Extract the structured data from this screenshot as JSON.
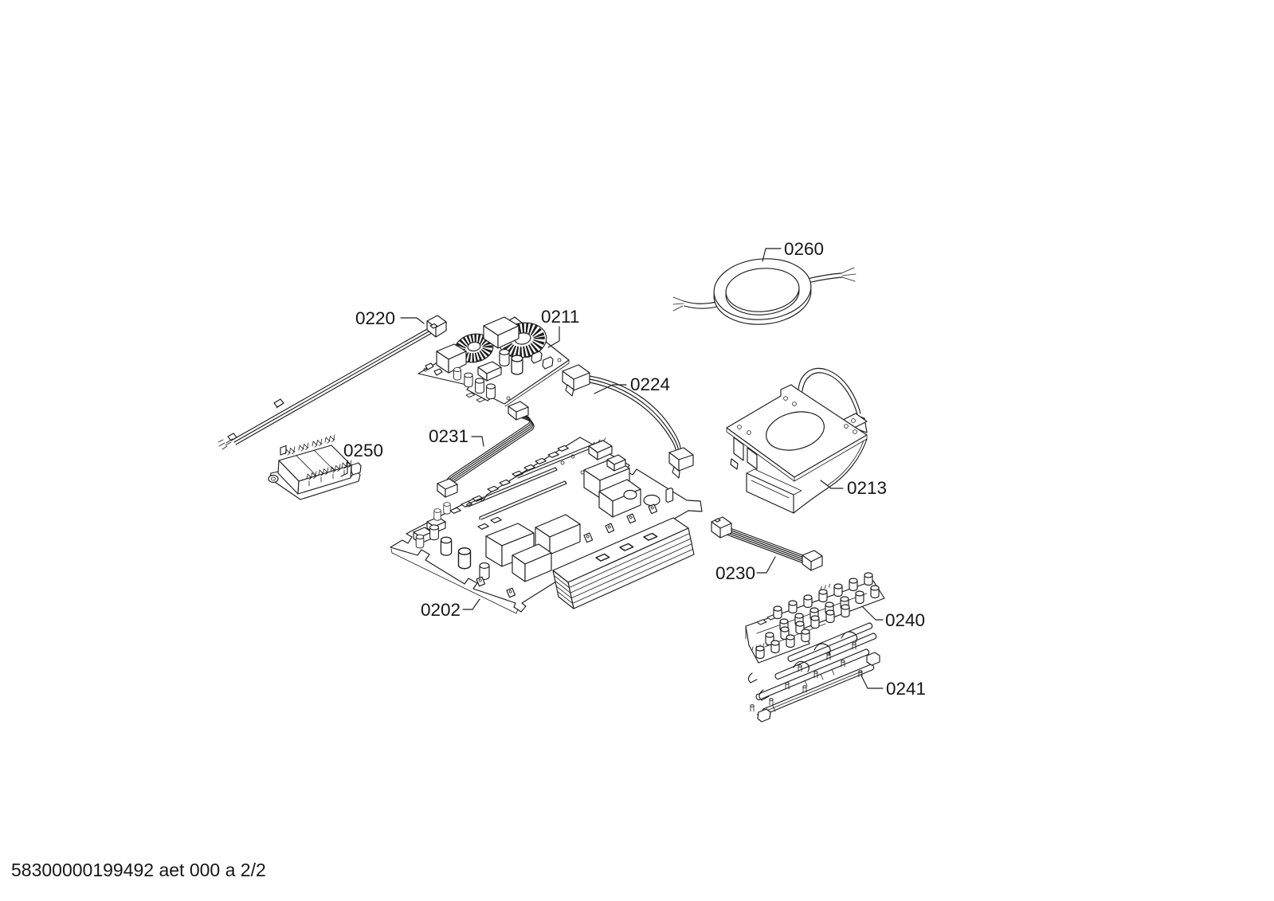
{
  "footer": {
    "doc_ref": "58300000199492 aet 000 a 2/2"
  },
  "part_labels": {
    "p0202": "0202",
    "p0211": "0211",
    "p0213": "0213",
    "p0220": "0220",
    "p0224": "0224",
    "p0230": "0230",
    "p0231": "0231",
    "p0240": "0240",
    "p0241": "0241",
    "p0250": "0250",
    "p0260": "0260"
  }
}
